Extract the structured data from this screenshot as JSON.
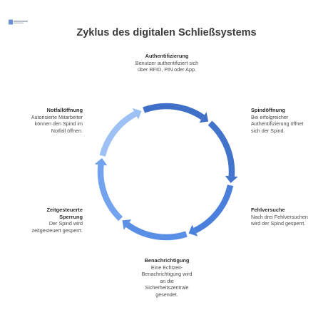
{
  "title": "Zyklus des digitalen Schließsystems",
  "colors": {
    "arrow_dark": "#3f6fc6",
    "arrow_mid": "#4f86e0",
    "arrow_light": "#9dc1f4"
  },
  "steps": [
    {
      "heading": "Authentifizierung",
      "text": "Benutzer authentifiziert sich über RFID, PIN oder App."
    },
    {
      "heading": "Spindöffnung",
      "text": "Bei erfolgreicher Authentifizierung öffnet sich der Spind."
    },
    {
      "heading": "Fehlversuche",
      "text": "Nach drei Fehlversuchen wird der Spind gesperrt."
    },
    {
      "heading": "Benachrichtigung",
      "text": "Eine Echtzeit-Benachrichtigung wird an die Sicherheitszentrale gesendet."
    },
    {
      "heading": "Zeitgesteuerte Sperrung",
      "text": "Der Spind wird zeitgesteuert gesperrt."
    },
    {
      "heading": "Notfallöffnung",
      "text": "Autorisierte Mitarbeiter können den Spind im Notfall öffnen."
    }
  ]
}
